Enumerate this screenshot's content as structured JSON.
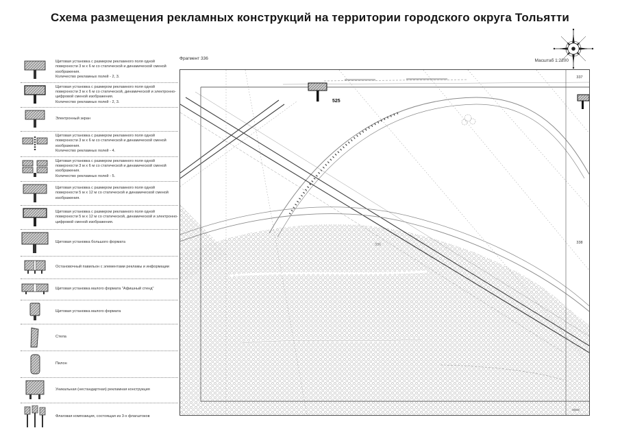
{
  "title": "Схема размещения рекламных конструкций на территории городского округа Тольятти",
  "map": {
    "fragment_label": "Фрагмент 336",
    "scale_label": "Масштаб 1:2200",
    "marker_label": "525",
    "area_label": "336",
    "adjacent_top_right": "337",
    "adjacent_right": "338",
    "colors": {
      "ink": "#222222",
      "road": "#8a8a8a",
      "hatch": "#bdbdbd",
      "frame": "#4a4a4a"
    }
  },
  "legend": {
    "items": [
      {
        "icon": "billboard-3x6-static-icon",
        "text": "Щитовая установка с размером рекламного поля одной поверхности 3 м х 6 м со статической и динамической сменой изображения.\nКоличество рекламных полей - 2, 3."
      },
      {
        "icon": "billboard-3x6-digital-icon",
        "text": "Щитовая установка с размером рекламного поля одной поверхности 3 м х 6 м со статической, динамической и электронно-цифровой сменой изображения.\nКоличество рекламных полей - 2, 3."
      },
      {
        "icon": "electronic-screen-icon",
        "text": "Электронный экран"
      },
      {
        "icon": "billboard-4-fields-icon",
        "text": "Щитовая установка с размером рекламного поля одной поверхности 3 м х 6 м со статической и динамической сменой изображения.\nКоличество рекламных полей - 4."
      },
      {
        "icon": "billboard-5-fields-icon",
        "text": "Щитовая установка с размером рекламного поля одной поверхности 3 м х 6 м со статической и динамической сменой изображения.\nКоличество рекламных полей - 5."
      },
      {
        "icon": "billboard-5x12-icon",
        "text": "Щитовая установка с размером рекламного поля одной поверхности 5 м х 12 м со статической и динамической сменой изображения."
      },
      {
        "icon": "billboard-5x12-digital-icon",
        "text": "Щитовая установка с размером рекламного поля одной поверхности 5 м х 12 м со статической, динамической и электронно-цифровой сменой изображения."
      },
      {
        "icon": "large-format-billboard-icon",
        "text": "Щитовая установка большого формата"
      },
      {
        "icon": "bus-shelter-icon",
        "text": "Остановочный павильон с элементами рекламы и информации"
      },
      {
        "icon": "poster-stand-icon",
        "text": "Щитовая установка малого формата \"Афишный стенд\""
      },
      {
        "icon": "small-format-billboard-icon",
        "text": "Щитовая установка малого формата"
      },
      {
        "icon": "stela-icon",
        "text": "Стела"
      },
      {
        "icon": "pylon-icon",
        "text": "Пилон"
      },
      {
        "icon": "unique-construction-icon",
        "text": "Уникальная (нестандартная) рекламная конструкция"
      },
      {
        "icon": "flag-composition-icon",
        "text": "Флаговая композиция, состоящая из 3-х флагштоков"
      }
    ]
  }
}
